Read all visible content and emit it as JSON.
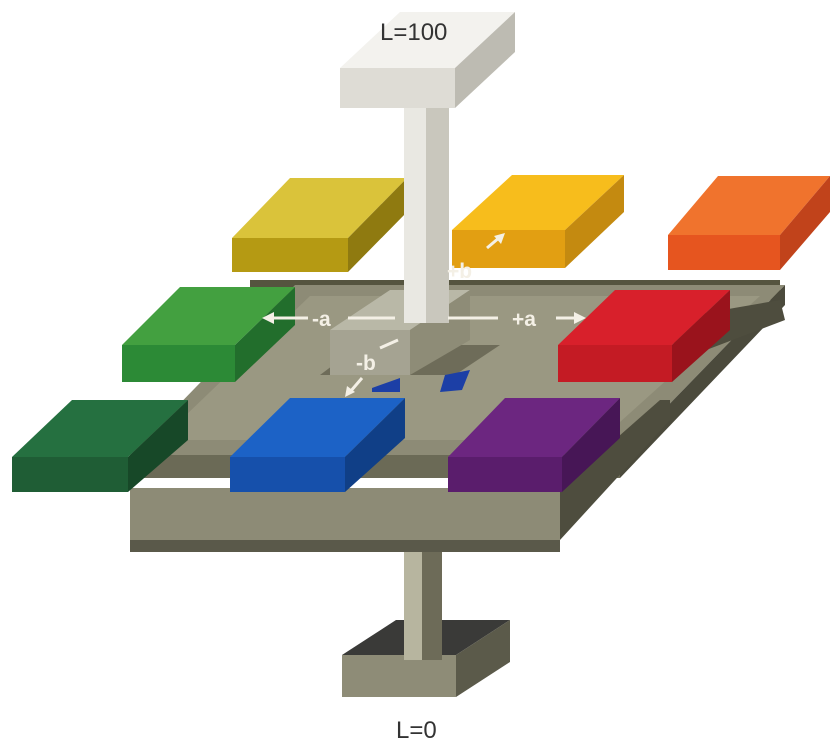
{
  "labels": {
    "top": "L=100",
    "bottom": "L=0",
    "plus_a": "+a",
    "minus_a": "-a",
    "plus_b": "+b",
    "minus_b": "-b"
  },
  "colors": {
    "white_cap": "#ecebe6",
    "column": "#d8d6cf",
    "grid": "#8d8b76",
    "grid_dark": "#4e4d3e",
    "base_top": "#3c3c3a",
    "base_front": "#8d8b76",
    "yellow": "#d9be2a",
    "orange_yellow": "#f4b619",
    "orange": "#ee6a2a",
    "green": "#3d9c3e",
    "red": "#d62128",
    "dark_green": "#236e3e",
    "blue": "#1c5cc0",
    "purple": "#6a237e"
  }
}
